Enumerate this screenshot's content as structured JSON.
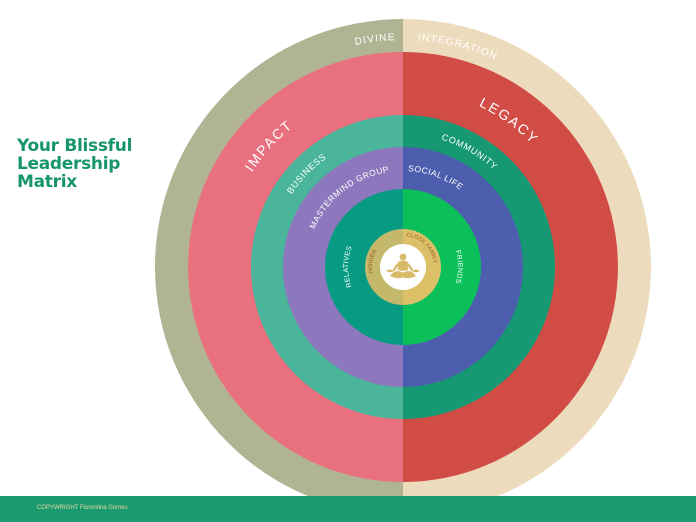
{
  "title": {
    "line1": "Your Blissful",
    "line2": "Leadership",
    "line3": "Matrix"
  },
  "rings": [
    {
      "left": {
        "label": "DIVINE",
        "color": "#b1b493"
      },
      "right": {
        "label": "INTEGRATION",
        "color": "#ecdcbd"
      },
      "text_color": "#ffffff"
    },
    {
      "left": {
        "label": "IMPACT",
        "color": "#e8707f"
      },
      "right": {
        "label": "LEGACY",
        "color": "#d14c45"
      },
      "text_color": "#ffffff"
    },
    {
      "left": {
        "label": "BUSINESS",
        "color": "#4ab59b"
      },
      "right": {
        "label": "COMMUNITY",
        "color": "#169873"
      },
      "text_color": "#ffffff"
    },
    {
      "left": {
        "label": "MASTERMIND GROUP",
        "color": "#8d78be"
      },
      "right": {
        "label": "SOCIAL LIFE",
        "color": "#4d5eae"
      },
      "text_color": "#ffffff"
    },
    {
      "left": {
        "label": "RELATIVES",
        "color": "#079b84"
      },
      "right": {
        "label": "FRIENDS",
        "color": "#0bc059"
      },
      "text_color": "#ffffff"
    },
    {
      "left": {
        "label": "INSIDER",
        "color": "#c4b86a"
      },
      "right": {
        "label": "CLOSE FAMILY",
        "color": "#dcc068"
      },
      "text_color": "#9a5a1e"
    }
  ],
  "center": {
    "icon": "meditation-icon",
    "bg_color": "#ffffff",
    "icon_color": "#d8bb6a"
  },
  "footer": {
    "copyright": "COPYWRIGHT Florentina Gomes",
    "bg_color": "#1a9a6e"
  }
}
